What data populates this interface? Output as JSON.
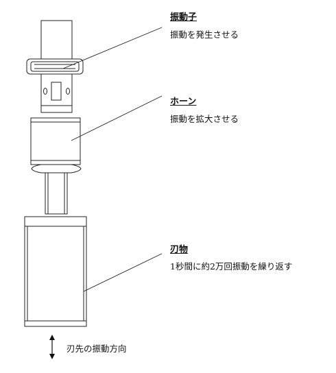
{
  "callouts": [
    {
      "title": "振動子",
      "description": "振動を発生させる"
    },
    {
      "title": "ホーン",
      "description": "振動を拡大させる"
    },
    {
      "title": "刃物",
      "description": "1秒間に約2万回振動を繰り返す"
    }
  ],
  "legend": {
    "text": "刃先の振動方向"
  }
}
